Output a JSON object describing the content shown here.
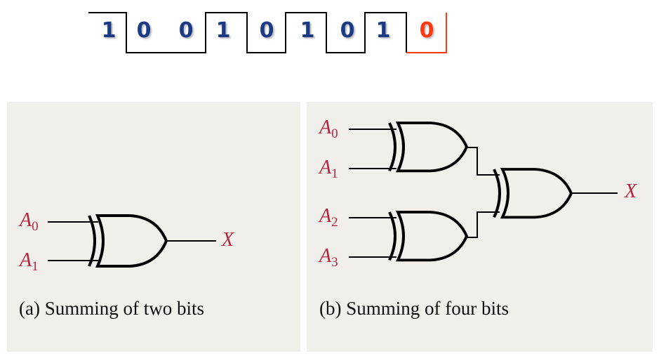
{
  "bits": [
    "1",
    "0",
    "0",
    "1",
    "0",
    "1",
    "0",
    "1",
    "0"
  ],
  "parity_bit_color": "#ff3a10",
  "bit_color": "#1b3c84",
  "panel_a": {
    "inputs": [
      {
        "letter": "A",
        "sub": "0"
      },
      {
        "letter": "A",
        "sub": "1"
      }
    ],
    "output": "X",
    "caption": "(a)  Summing of two bits"
  },
  "panel_b": {
    "inputs": [
      {
        "letter": "A",
        "sub": "0"
      },
      {
        "letter": "A",
        "sub": "1"
      },
      {
        "letter": "A",
        "sub": "2"
      },
      {
        "letter": "A",
        "sub": "3"
      }
    ],
    "output": "X",
    "caption": "(b)  Summing of four bits"
  }
}
